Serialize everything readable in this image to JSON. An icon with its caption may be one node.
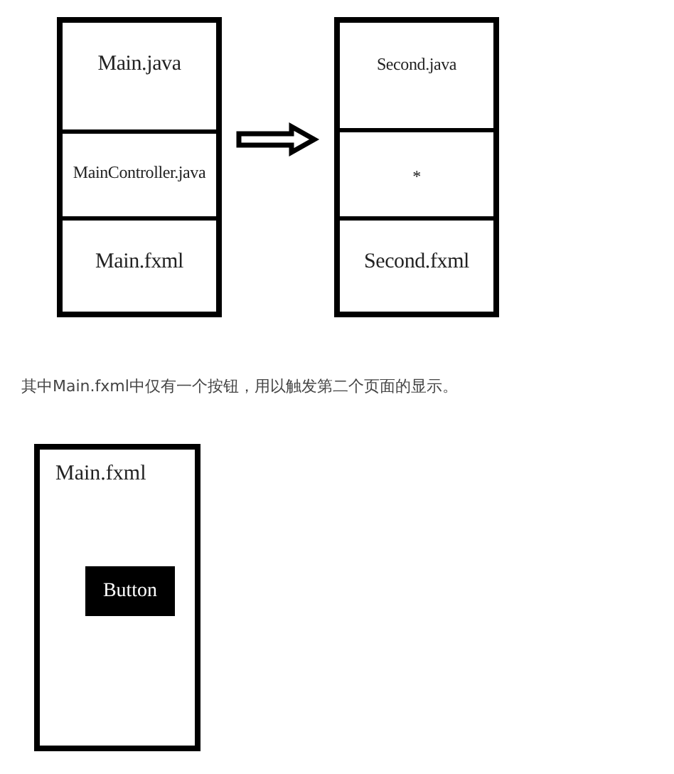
{
  "diagram": {
    "nodes": [
      {
        "text": [],
        "shape": "box"
      },
      {
        "text": [
          "Main.java"
        ],
        "in": 0
      },
      {
        "text": [
          "MainController.java"
        ],
        "in": 0
      },
      {
        "text": [
          "Main.fxml"
        ],
        "in": 0
      },
      {
        "text": [],
        "shape": "box"
      },
      {
        "text": [
          "Second.java"
        ],
        "in": 4
      },
      {
        "text": [
          "*"
        ],
        "in": 4
      },
      {
        "text": [
          "Second.fxml"
        ],
        "in": 4
      },
      {
        "text": [
          "Main.fxml"
        ]
      },
      {
        "text": [
          "Button"
        ],
        "in": 8
      }
    ],
    "edges": [
      {
        "from": 0,
        "to": 4,
        "arrow": "to",
        "style": "thick"
      }
    ],
    "labels": [
      "其中Main.fxml中仅有一个按钮，用以触发第二个页面的显示。"
    ]
  }
}
